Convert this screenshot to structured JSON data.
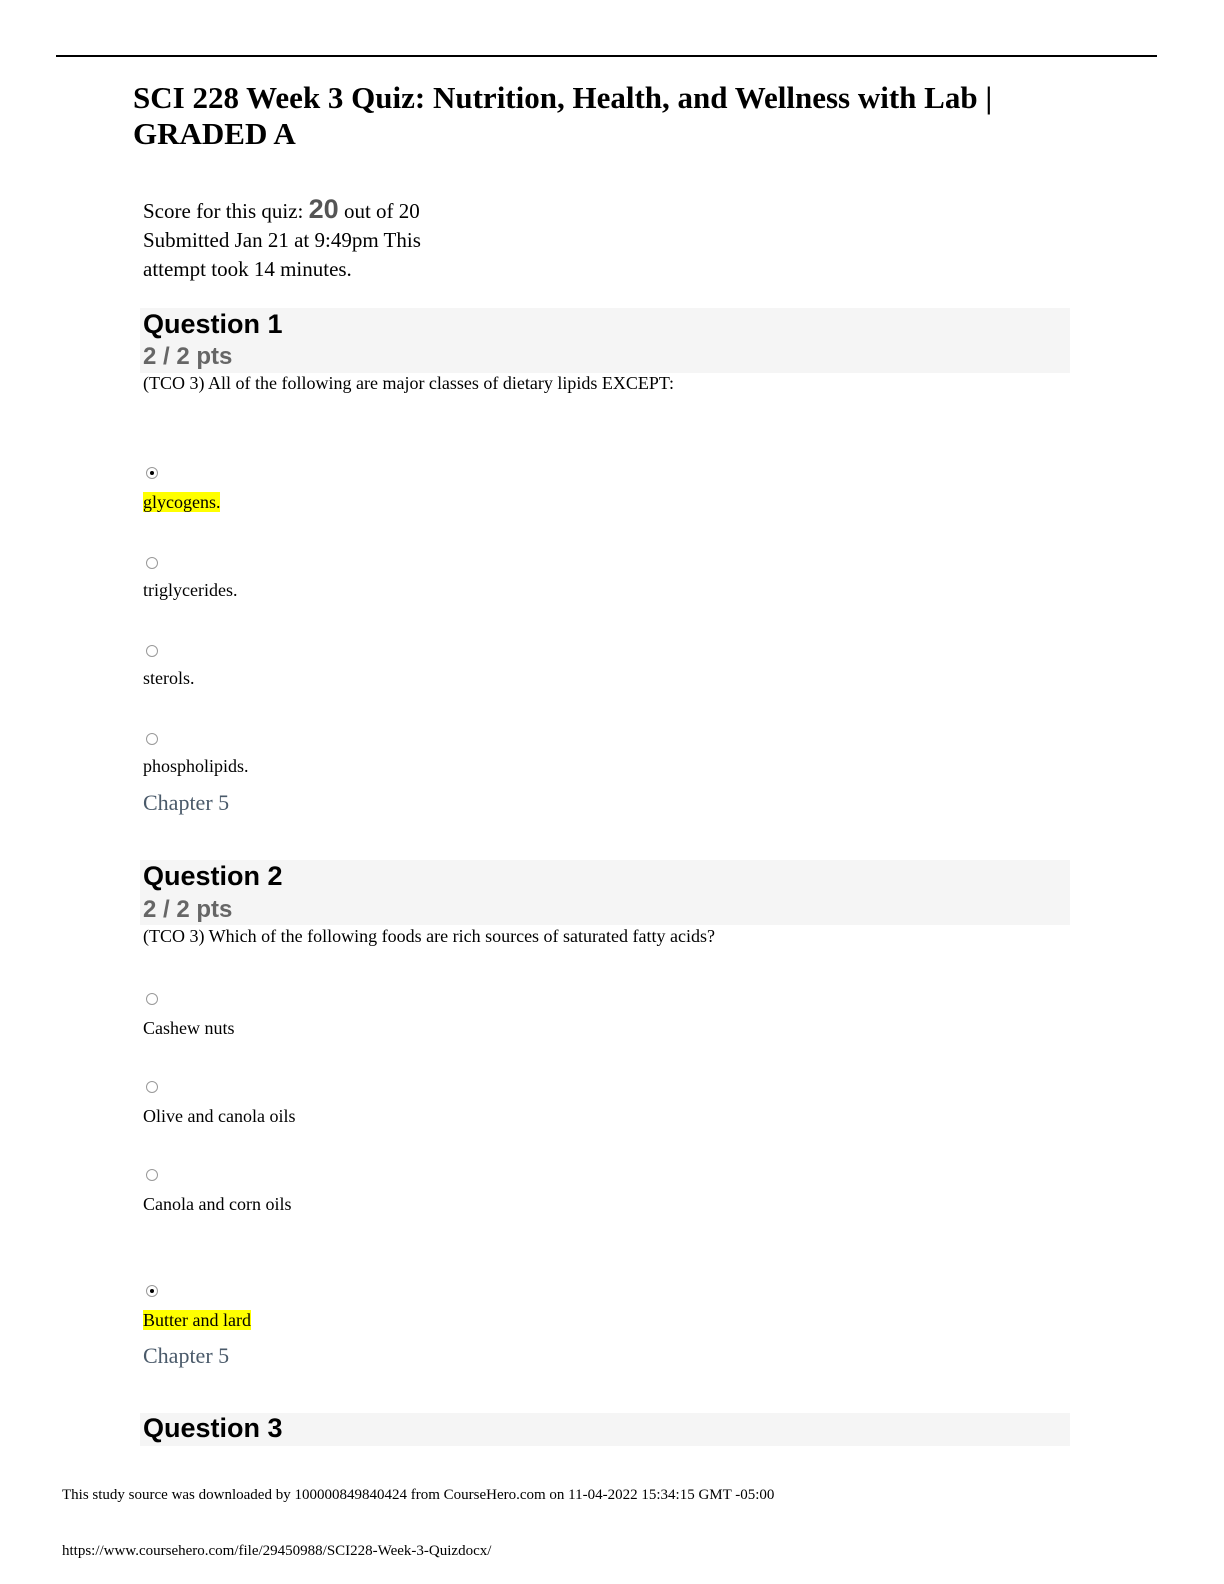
{
  "title": "SCI 228 Week 3 Quiz: Nutrition, Health, and Wellness with Lab | GRADED A",
  "score": {
    "prefix": "Score for this quiz: ",
    "value": "20",
    "suffix": " out of 20",
    "submitted": "Submitted Jan 21 at 9:49pm This attempt took 14 minutes."
  },
  "questions": [
    {
      "title": "Question 1",
      "pts": "2 / 2 pts",
      "text": "(TCO 3) All of the following are major classes of dietary lipids EXCEPT:",
      "options": [
        {
          "label": "glycogens.",
          "selected": true
        },
        {
          "label": "triglycerides.",
          "selected": false
        },
        {
          "label": "sterols.",
          "selected": false
        },
        {
          "label": "phospholipids.",
          "selected": false
        }
      ],
      "chapter": "Chapter 5"
    },
    {
      "title": "Question 2",
      "pts": "2 / 2 pts",
      "text": "(TCO 3) Which of the following foods are rich sources of saturated fatty acids?",
      "options": [
        {
          "label": "Cashew nuts",
          "selected": false
        },
        {
          "label": "Olive and canola oils",
          "selected": false
        },
        {
          "label": "Canola and corn oils",
          "selected": false
        },
        {
          "label": "Butter and lard",
          "selected": true
        }
      ],
      "chapter": "Chapter 5"
    },
    {
      "title": "Question 3"
    }
  ],
  "footer": {
    "download": "This study source was downloaded by 100000849840424 from CourseHero.com on 11-04-2022 15:34:15 GMT -05:00",
    "url": "https://www.coursehero.com/file/29450988/SCI228-Week-3-Quizdocx/"
  },
  "highlight_color": "#ffff00"
}
